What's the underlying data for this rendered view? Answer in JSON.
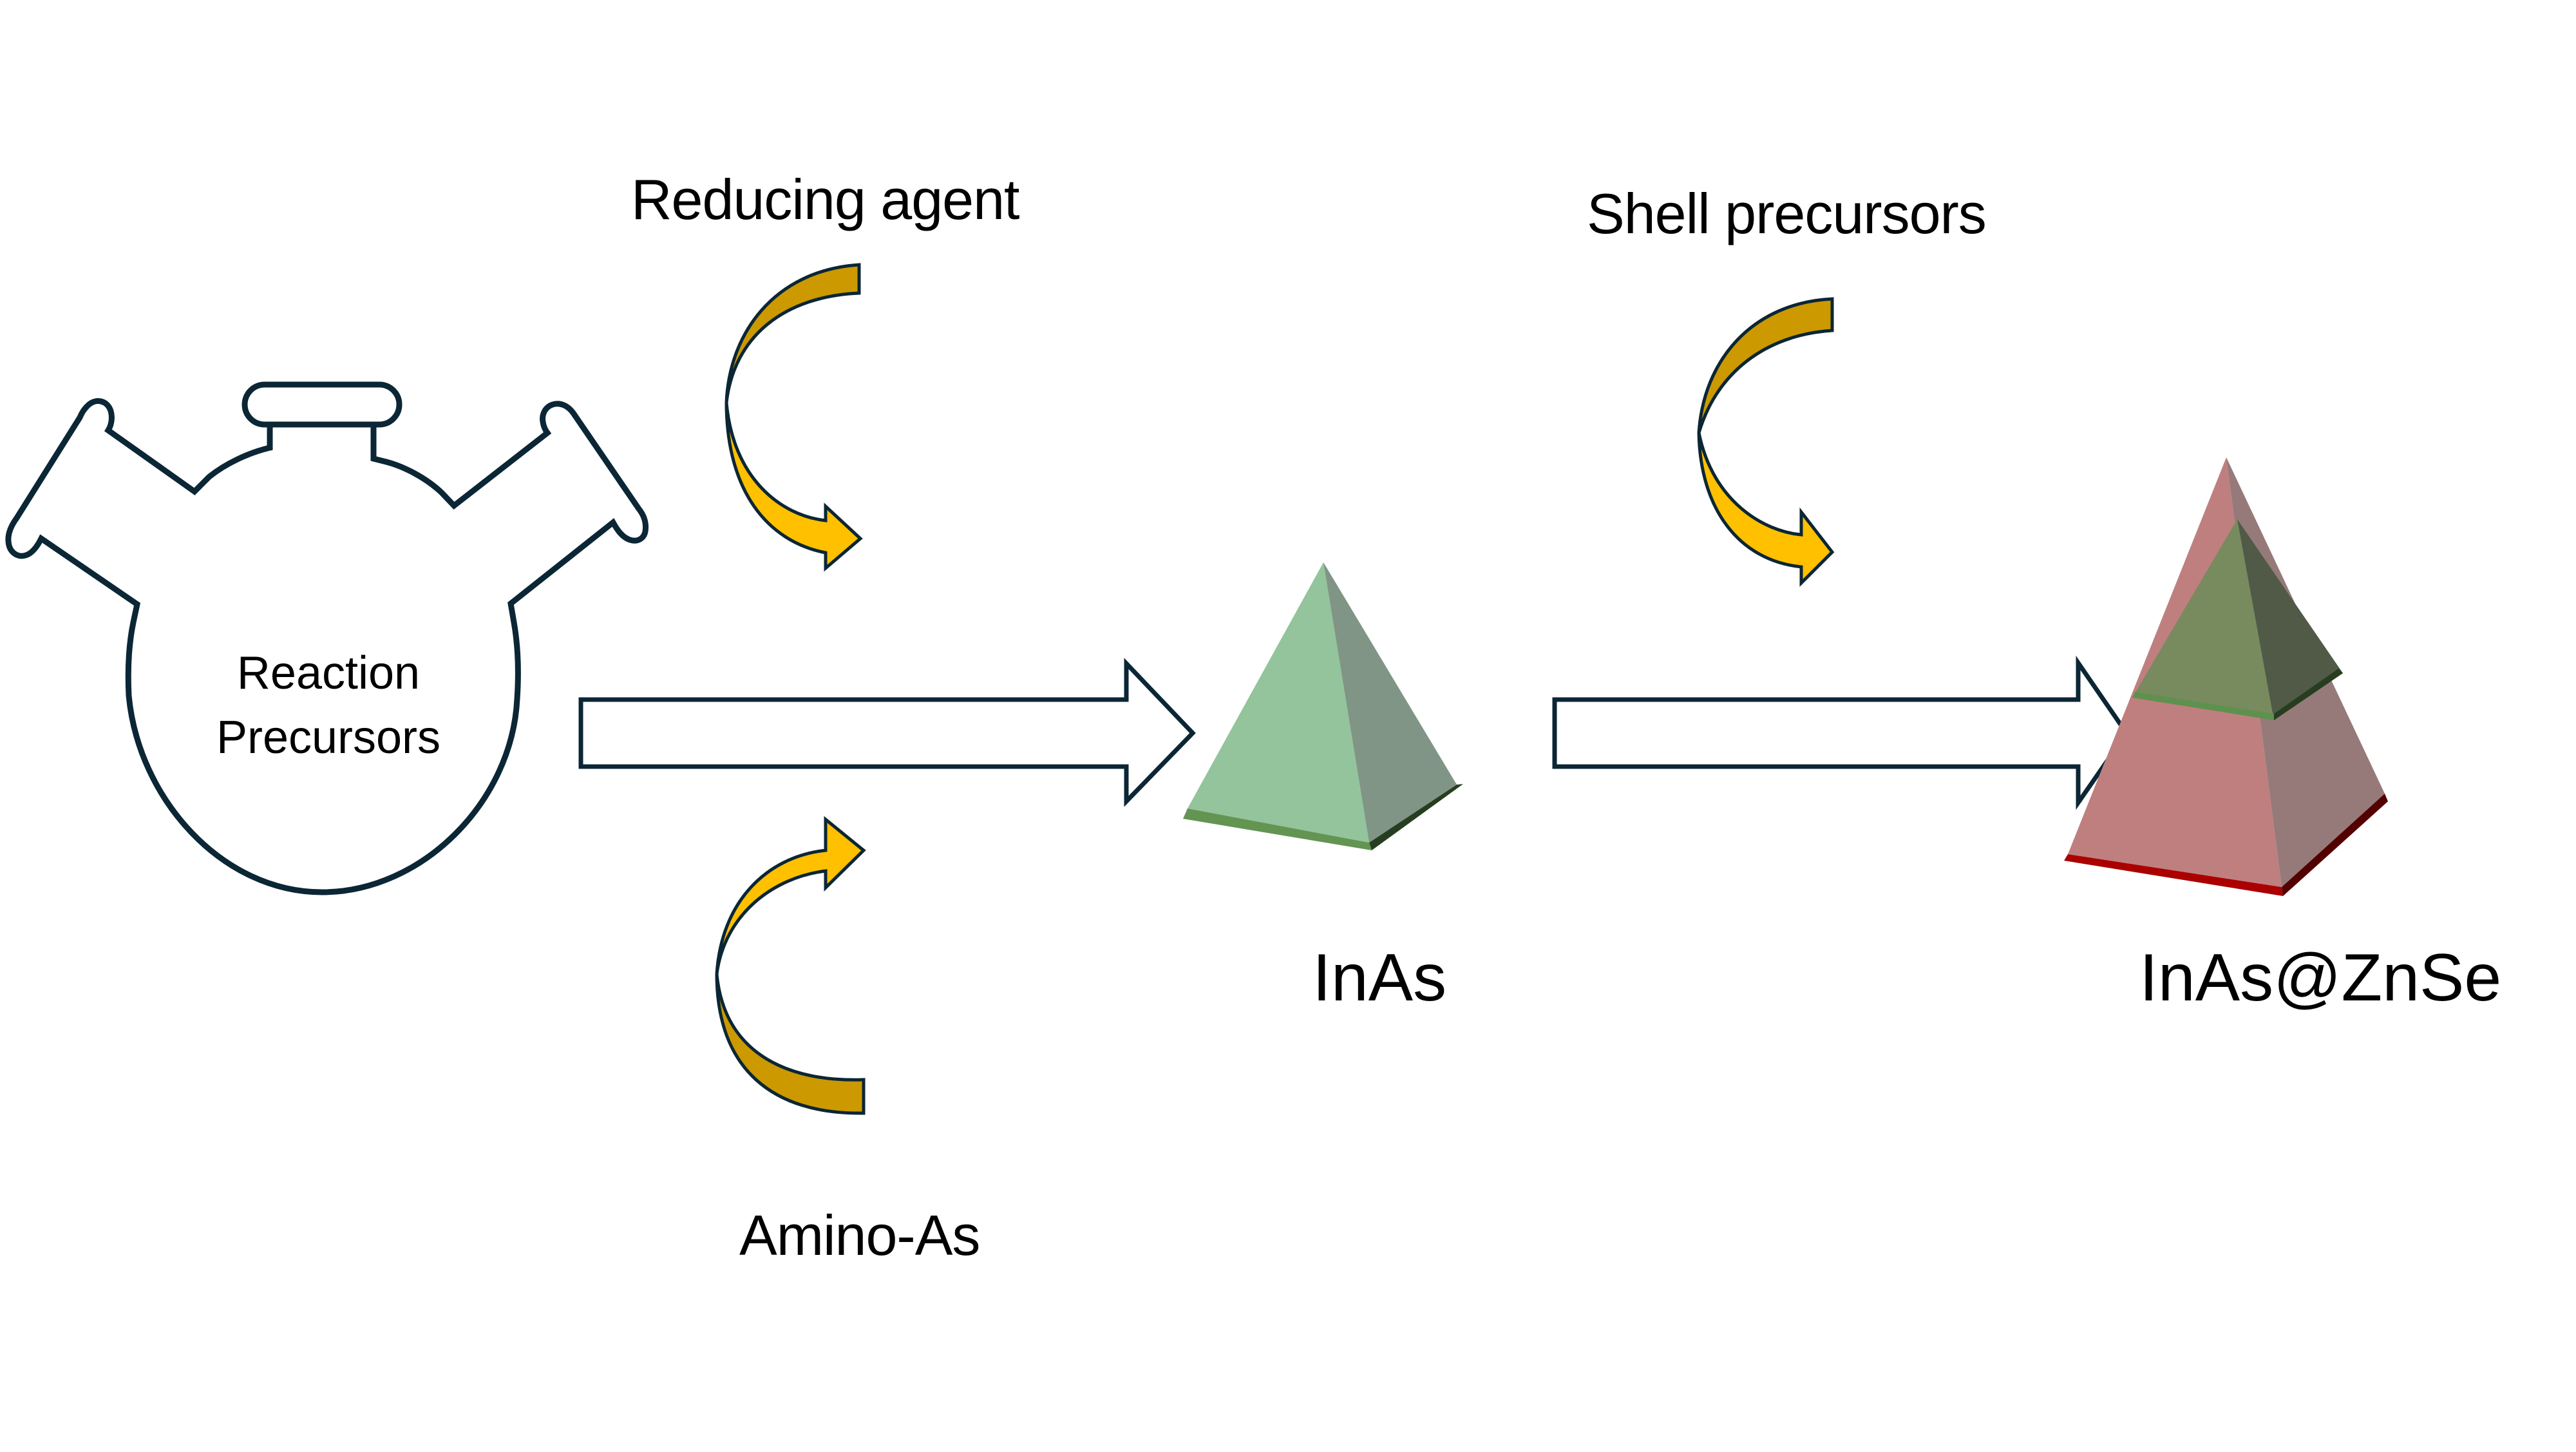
{
  "diagram": {
    "title": "InAs@ZnSe core-shell quantum dot synthesis scheme",
    "colors": {
      "outline": "#0b2635",
      "curved_arrow_dark": "#cc9900",
      "curved_arrow_light": "#ffc000",
      "inas_front": "#93c49b",
      "inas_side": "#809585",
      "inas_base_front": "#639452",
      "inas_base_side": "#273d20",
      "shell_front": "#bf7f7f",
      "shell_side": "#967a7a",
      "shell_base_front": "#aa0000",
      "shell_base_side": "#520000",
      "core_front": "#778b5f",
      "core_side": "#505a47",
      "core_base_front": "#5f914e",
      "core_base_side": "#273d20",
      "background": "#ffffff"
    },
    "flask": {
      "name": "three-neck round-bottom flask",
      "label_line1": "Reaction",
      "label_line2": "Precursors"
    },
    "reagents": {
      "reducing_agent": "Reducing agent",
      "amino_as": "Amino-As",
      "shell_precursors": "Shell precursors"
    },
    "products": {
      "core": "InAs",
      "core_shell": "InAs@ZnSe"
    },
    "steps": [
      {
        "from": "Reaction Precursors",
        "to": "InAs",
        "inputs": [
          "Reducing agent",
          "Amino-As"
        ]
      },
      {
        "from": "InAs",
        "to": "InAs@ZnSe",
        "inputs": [
          "Shell precursors"
        ]
      }
    ]
  }
}
